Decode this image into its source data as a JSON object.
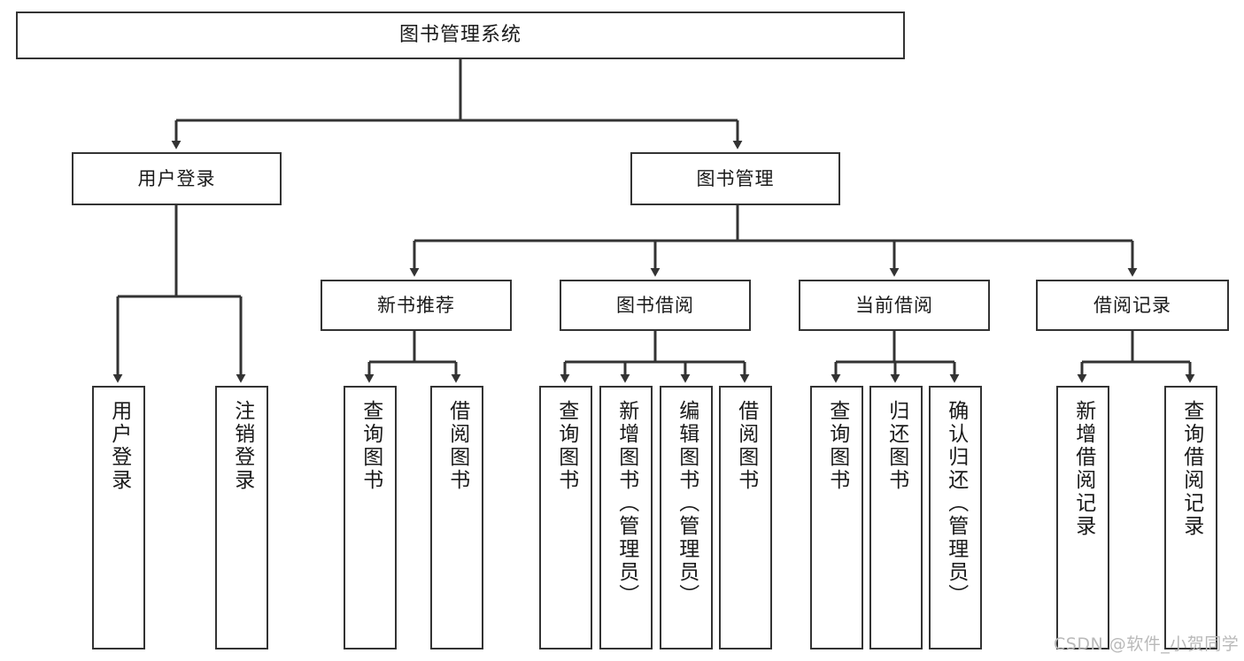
{
  "diagram": {
    "title": "图书管理系统",
    "type": "functional-structure-tree",
    "colors": {
      "background": "#ffffff",
      "node_border": "#333333",
      "node_fill": "#ffffff",
      "edge": "#333333",
      "text": "#1a1a1a",
      "watermark": "#b9b9b9"
    },
    "nodes": {
      "root": {
        "label": "图书管理系统"
      },
      "level1": [
        {
          "id": "user-login",
          "label": "用户登录"
        },
        {
          "id": "book-manage",
          "label": "图书管理"
        }
      ],
      "level2": [
        {
          "id": "new-book-recommend",
          "label": "新书推荐"
        },
        {
          "id": "book-borrow",
          "label": "图书借阅"
        },
        {
          "id": "current-borrow",
          "label": "当前借阅"
        },
        {
          "id": "borrow-record",
          "label": "借阅记录"
        }
      ],
      "leaves": {
        "user-login": [
          {
            "id": "leaf-user-login",
            "label": "用户登录"
          },
          {
            "id": "leaf-logout-login",
            "label": "注销登录"
          }
        ],
        "new-book-recommend": [
          {
            "id": "leaf-query-book-1",
            "label": "查询图书"
          },
          {
            "id": "leaf-borrow-book-1",
            "label": "借阅图书"
          }
        ],
        "book-borrow": [
          {
            "id": "leaf-query-book-2",
            "label": "查询图书"
          },
          {
            "id": "leaf-add-book",
            "label": "新增图书（管理员）"
          },
          {
            "id": "leaf-edit-book",
            "label": "编辑图书（管理员）"
          },
          {
            "id": "leaf-borrow-book-2",
            "label": "借阅图书"
          }
        ],
        "current-borrow": [
          {
            "id": "leaf-query-book-3",
            "label": "查询图书"
          },
          {
            "id": "leaf-return-book",
            "label": "归还图书"
          },
          {
            "id": "leaf-confirm-return",
            "label": "确认归还（管理员）"
          }
        ],
        "borrow-record": [
          {
            "id": "leaf-add-record",
            "label": "新增借阅记录"
          },
          {
            "id": "leaf-query-record",
            "label": "查询借阅记录"
          }
        ]
      }
    },
    "watermark": "CSDN @软件_小贺同学"
  }
}
